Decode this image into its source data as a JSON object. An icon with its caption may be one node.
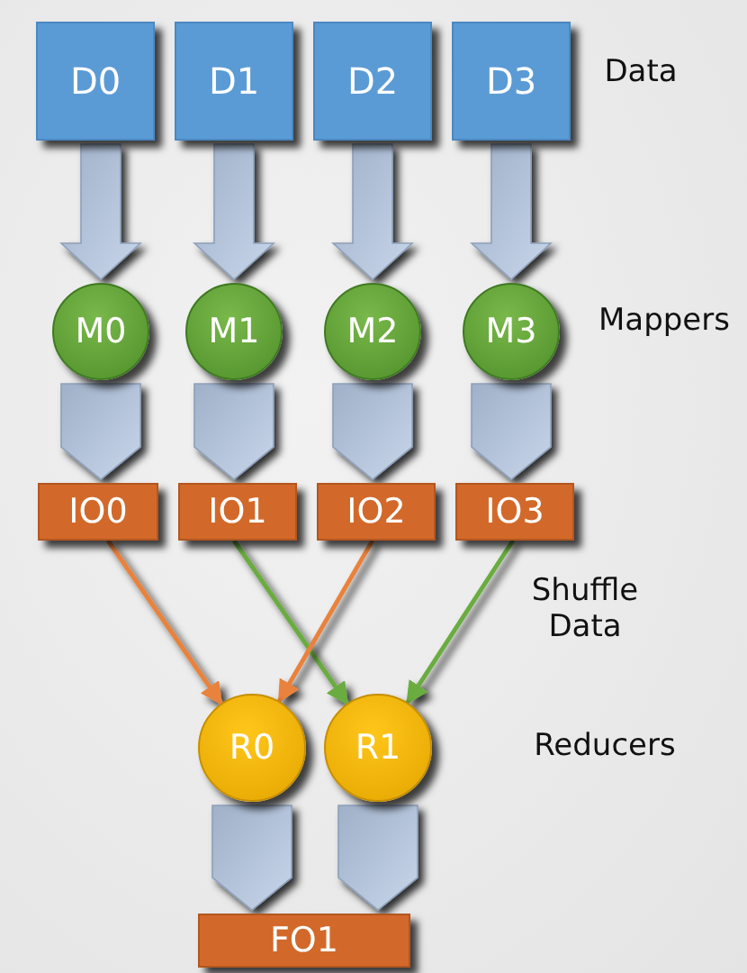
{
  "diagram": {
    "nodes": [
      {
        "text": [
          "D0"
        ]
      },
      {
        "text": [
          "D1"
        ]
      },
      {
        "text": [
          "D2"
        ]
      },
      {
        "text": [
          "D3"
        ]
      },
      {
        "text": [
          "M0"
        ]
      },
      {
        "text": [
          "M1"
        ]
      },
      {
        "text": [
          "M2"
        ]
      },
      {
        "text": [
          "M3"
        ]
      },
      {
        "text": [
          "IO0"
        ]
      },
      {
        "text": [
          "IO1"
        ]
      },
      {
        "text": [
          "IO2"
        ]
      },
      {
        "text": [
          "IO3"
        ]
      },
      {
        "text": [
          "R0"
        ]
      },
      {
        "text": [
          "R1"
        ]
      },
      {
        "text": [
          "FO1"
        ]
      }
    ],
    "edges": [
      {
        "from": 0,
        "to": 4,
        "arrow": "to",
        "style": "thick"
      },
      {
        "from": 1,
        "to": 5,
        "arrow": "to",
        "style": "thick"
      },
      {
        "from": 2,
        "to": 6,
        "arrow": "to",
        "style": "thick"
      },
      {
        "from": 3,
        "to": 7,
        "arrow": "to",
        "style": "thick"
      },
      {
        "from": 4,
        "to": 8,
        "arrow": "to",
        "style": "thick"
      },
      {
        "from": 5,
        "to": 9,
        "arrow": "to",
        "style": "thick"
      },
      {
        "from": 6,
        "to": 10,
        "arrow": "to",
        "style": "thick"
      },
      {
        "from": 7,
        "to": 11,
        "arrow": "to",
        "style": "thick"
      },
      {
        "from": 8,
        "to": 12,
        "arrow": "to",
        "color": "#e8823c"
      },
      {
        "from": 9,
        "to": 13,
        "arrow": "to",
        "color": "#6aac3f"
      },
      {
        "from": 10,
        "to": 12,
        "arrow": "to",
        "color": "#e8823c"
      },
      {
        "from": 11,
        "to": 13,
        "arrow": "to",
        "color": "#6aac3f"
      },
      {
        "from": 12,
        "to": 14,
        "arrow": "to",
        "style": "thick"
      },
      {
        "from": 13,
        "to": 14,
        "arrow": "to",
        "style": "thick"
      }
    ],
    "labels": [
      "Data",
      "Mappers",
      "Shuffle Data",
      "Reducers"
    ]
  }
}
